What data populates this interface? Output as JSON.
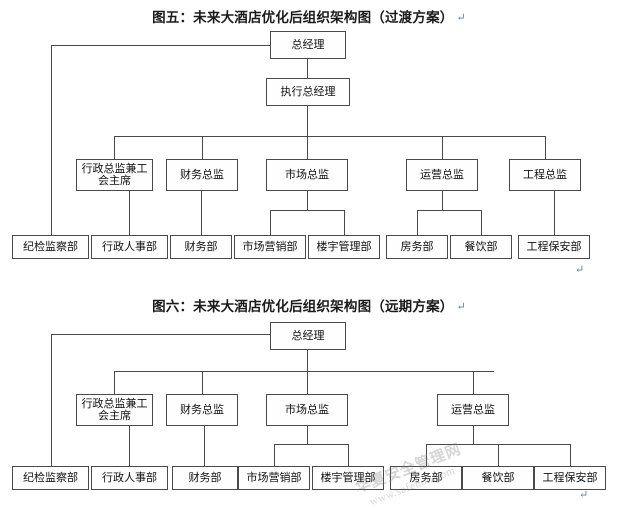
{
  "document": {
    "kind": "organization-chart-document",
    "pilcrow_glyph": "↵"
  },
  "charts": [
    {
      "id": "chart-transition",
      "title": "图五：未来大酒店优化后组织架构图（过渡方案）",
      "nodes": {
        "gm": "总经理",
        "egm": "执行总经理",
        "directors": [
          "行政总监兼工会主席",
          "财务总监",
          "市场总监",
          "运营总监",
          "工程总监"
        ],
        "departments": [
          "纪检监察部",
          "行政人事部",
          "财务部",
          "市场营销部",
          "楼宇管理部",
          "房务部",
          "餐饮部",
          "工程保安部"
        ]
      }
    },
    {
      "id": "chart-longterm",
      "title": "图六：未来大酒店优化后组织架构图（远期方案）",
      "nodes": {
        "gm": "总经理",
        "directors": [
          "行政总监兼工会主席",
          "财务总监",
          "市场总监",
          "运营总监"
        ],
        "departments": [
          "纪检监察部",
          "行政人事部",
          "财务部",
          "市场营销部",
          "楼宇管理部",
          "房务部",
          "餐饮部",
          "工程保安部"
        ]
      }
    }
  ],
  "watermark": {
    "line1": "华夏安全管理网",
    "line2": "www.safehoo.com"
  },
  "colors": {
    "line": "#4a4a4a",
    "text": "#111111",
    "background": "#ffffff",
    "pilcrow": "#5a7fb0"
  }
}
